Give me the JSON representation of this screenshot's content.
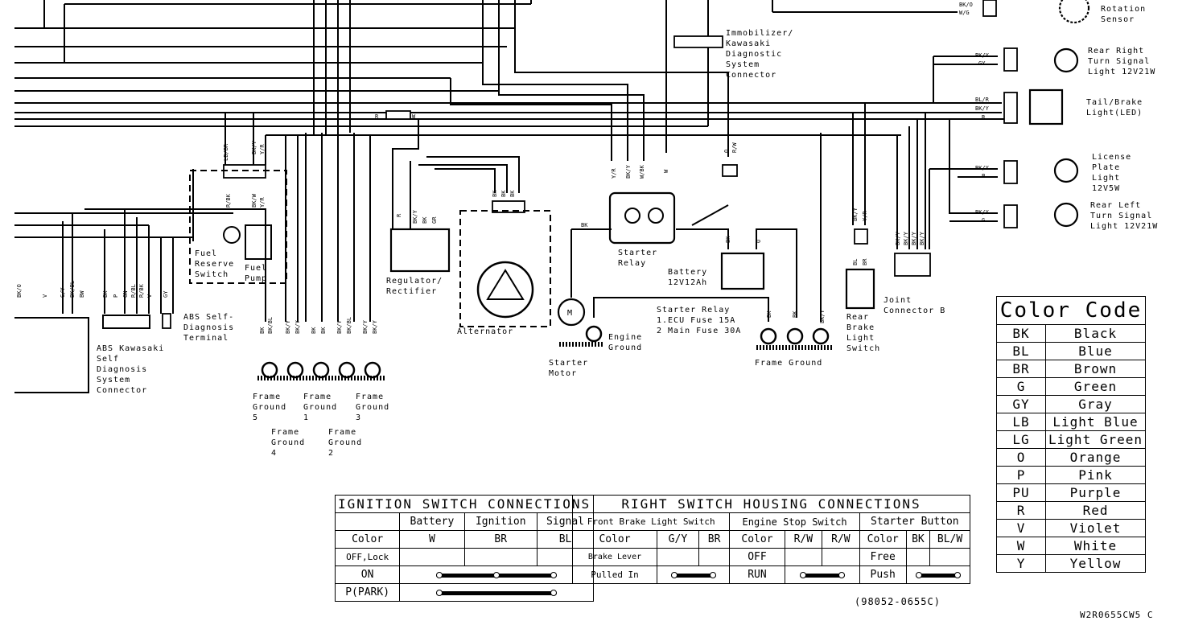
{
  "labels": {
    "rotation_sensor": [
      "Rotation",
      "Sensor"
    ],
    "immobilizer": [
      "Immobilizer/",
      "Kawasaki",
      "Diagnostic",
      "System",
      "Connector"
    ],
    "rear_right_turn": [
      "Rear Right",
      "Turn Signal",
      "Light 12V21W"
    ],
    "tail_brake": [
      "Tail/Brake",
      "Light(LED)"
    ],
    "license_plate": [
      "License",
      "Plate",
      "Light",
      "12V5W"
    ],
    "rear_left_turn": [
      "Rear Left",
      "Turn Signal",
      "Light 12V21W"
    ],
    "fuel_reserve": [
      "Fuel",
      "Reserve",
      "Switch"
    ],
    "fuel_pump": [
      "Fuel",
      "Pump"
    ],
    "regulator": [
      "Regulator/",
      "Rectifier"
    ],
    "alternator": "Alternator",
    "starter_relay": [
      "Starter",
      "Relay"
    ],
    "battery": [
      "Battery",
      "12V12Ah"
    ],
    "fuse_note": [
      "Starter Relay",
      "1.ECU Fuse 15A",
      "2 Main Fuse 30A"
    ],
    "engine_ground": [
      "Engine",
      "Ground"
    ],
    "starter_motor": [
      "Starter",
      "Motor"
    ],
    "frame_ground": "Frame Ground",
    "rear_brake": [
      "Rear",
      "Brake",
      "Light",
      "Switch"
    ],
    "joint_b": [
      "Joint",
      "Connector B"
    ],
    "abs_terminal": [
      "ABS Self-",
      "Diagnosis",
      "Terminal"
    ],
    "abs_connector": [
      "ABS Kawasaki",
      "Self",
      "Diagnosis",
      "System",
      "Connector"
    ],
    "fg5": [
      "Frame",
      "Ground",
      "5"
    ],
    "fg1": [
      "Frame",
      "Ground",
      "1"
    ],
    "fg3": [
      "Frame",
      "Ground",
      "3"
    ],
    "fg4": [
      "Frame",
      "Ground",
      "4"
    ],
    "fg2": [
      "Frame",
      "Ground",
      "2"
    ],
    "motor_symbol": "M"
  },
  "wire_codes": {
    "r_w": [
      "R",
      "W"
    ],
    "lb_r": "LB/BR",
    "bky_yr": [
      "BK/Y",
      "Y/R"
    ],
    "rbk": "R/BK",
    "bkw": "BK/W",
    "yr2": "Y/R",
    "left_edge": [
      "BK/O",
      "V",
      "G/Y",
      "BK/BL",
      "BW"
    ],
    "abs_wires": [
      "BK",
      "P",
      "GN",
      "R/BL",
      "R/BK",
      "V"
    ],
    "gy": "GY",
    "ground_bus": [
      "BK",
      "BK/BL",
      "BK/Y",
      "BK/Y",
      "BK",
      "BK",
      "BK/Y",
      "BK/BL",
      "BK/Y",
      "BK/Y"
    ],
    "reg": [
      "R",
      "BK/Y",
      "BK",
      "GR"
    ],
    "alt": [
      "BK",
      "BK",
      "BK"
    ],
    "relay_top": [
      "Y/R",
      "BK/Y",
      "W/BK",
      "W"
    ],
    "bk": "BK",
    "fuse_rw": [
      "O",
      "R/W"
    ],
    "bat": [
      "BK",
      "O"
    ],
    "right_bky": [
      "BK/Y",
      "BK/Y",
      "BK/Y",
      "BK/Y"
    ],
    "brake": [
      "BK/Y",
      "Y/R"
    ],
    "brake_lower": [
      "BL",
      "BR"
    ],
    "tail": [
      "BL/R",
      "BK/Y",
      "R"
    ],
    "turn_r": [
      "BK/Y",
      "GY"
    ],
    "turn_l": [
      "BK/Y",
      "G"
    ],
    "plate": [
      "BK/Y",
      "P"
    ],
    "rot": [
      "BK/O",
      "W/G"
    ],
    "frame_bk": [
      "BK",
      "BK",
      "BK/Y"
    ]
  },
  "ignition_table": {
    "title": "IGNITION SWITCH CONNECTIONS",
    "columns": [
      "Battery",
      "Ignition",
      "Signal"
    ],
    "color_label": "Color",
    "colors": [
      "W",
      "BR",
      "BL"
    ],
    "rows": [
      "OFF,Lock",
      "ON",
      "P(PARK)"
    ]
  },
  "right_switch_table": {
    "title": "RIGHT SWITCH HOUSING CONNECTIONS",
    "groups": [
      "Front Brake Light Switch",
      "Engine Stop Switch",
      "Starter Button"
    ],
    "header_row": [
      "Color",
      "G/Y",
      "BR",
      "Color",
      "R/W",
      "R/W",
      "Color",
      "BK",
      "BL/W"
    ],
    "rows": [
      [
        "Brake Lever",
        "OFF",
        "Free"
      ],
      [
        "Pulled In",
        "RUN",
        "Push"
      ]
    ]
  },
  "color_code": {
    "title": "Color Code",
    "entries": [
      [
        "BK",
        "Black"
      ],
      [
        "BL",
        "Blue"
      ],
      [
        "BR",
        "Brown"
      ],
      [
        "G",
        "Green"
      ],
      [
        "GY",
        "Gray"
      ],
      [
        "LB",
        "Light Blue"
      ],
      [
        "LG",
        "Light Green"
      ],
      [
        "O",
        "Orange"
      ],
      [
        "P",
        "Pink"
      ],
      [
        "PU",
        "Purple"
      ],
      [
        "R",
        "Red"
      ],
      [
        "V",
        "Violet"
      ],
      [
        "W",
        "White"
      ],
      [
        "Y",
        "Yellow"
      ]
    ]
  },
  "codes": {
    "ref": "(98052-0655C)",
    "figure": "W2R0655CW5 C"
  }
}
